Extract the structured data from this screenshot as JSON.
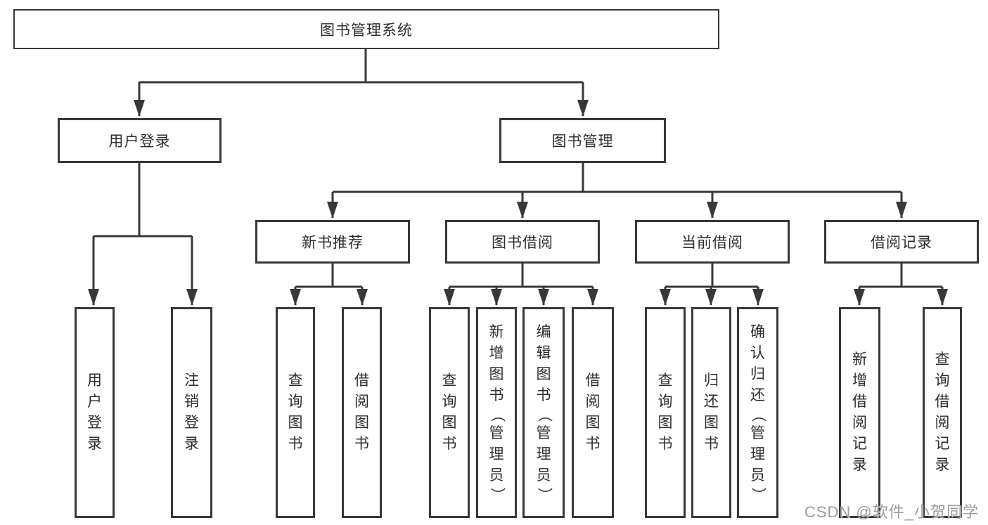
{
  "tree": {
    "label": "图书管理系统",
    "children": [
      {
        "label": "用户登录",
        "children": [
          {
            "label": "用户登录"
          },
          {
            "label": "注销登录"
          }
        ]
      },
      {
        "label": "图书管理",
        "children": [
          {
            "label": "新书推荐",
            "children": [
              {
                "label": "查询图书"
              },
              {
                "label": "借阅图书"
              }
            ]
          },
          {
            "label": "图书借阅",
            "children": [
              {
                "label": "查询图书"
              },
              {
                "label": "新增图书（管理员）"
              },
              {
                "label": "编辑图书（管理员）"
              },
              {
                "label": "借阅图书"
              }
            ]
          },
          {
            "label": "当前借阅",
            "children": [
              {
                "label": "查询图书"
              },
              {
                "label": "归还图书"
              },
              {
                "label": "确认归还（管理员）"
              }
            ]
          },
          {
            "label": "借阅记录",
            "children": [
              {
                "label": "新增借阅记录"
              },
              {
                "label": "查询借阅记录"
              }
            ]
          }
        ]
      }
    ]
  },
  "watermark": {
    "text": "CSDN @软件_小贺同学"
  },
  "colors": {
    "line": "#383838",
    "box_border": "#383838",
    "text": "#2d2d2d",
    "watermark": "#9b9b9b",
    "background": "#ffffff"
  }
}
